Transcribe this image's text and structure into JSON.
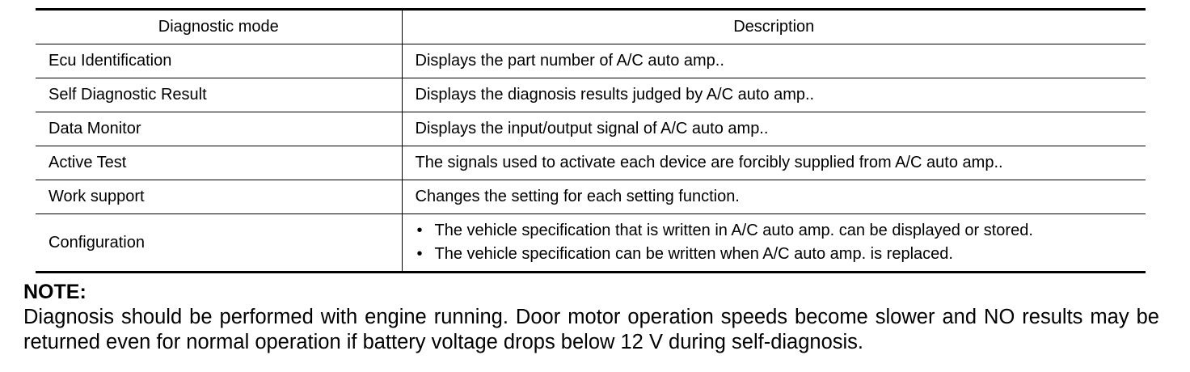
{
  "table": {
    "headers": [
      "Diagnostic mode",
      "Description"
    ],
    "rows": [
      {
        "mode": "Ecu Identification",
        "description": "Displays the part number of A/C auto amp.."
      },
      {
        "mode": "Self Diagnostic Result",
        "description": "Displays the diagnosis results judged by A/C auto amp.."
      },
      {
        "mode": "Data Monitor",
        "description": "Displays the input/output signal of A/C auto amp.."
      },
      {
        "mode": "Active Test",
        "description": "The signals used to activate each device are forcibly supplied from A/C auto amp.."
      },
      {
        "mode": "Work support",
        "description": "Changes the setting for each setting function."
      },
      {
        "mode": "Configuration",
        "bullets": [
          "The vehicle specification that is written in A/C auto amp. can be displayed or stored.",
          "The vehicle specification can be written when A/C auto amp. is replaced."
        ]
      }
    ]
  },
  "note": {
    "label": "NOTE:",
    "text": "Diagnosis should be performed with engine running. Door motor operation speeds become slower and NO results may be returned even for normal operation if battery voltage drops below 12 V during self-diagnosis."
  }
}
